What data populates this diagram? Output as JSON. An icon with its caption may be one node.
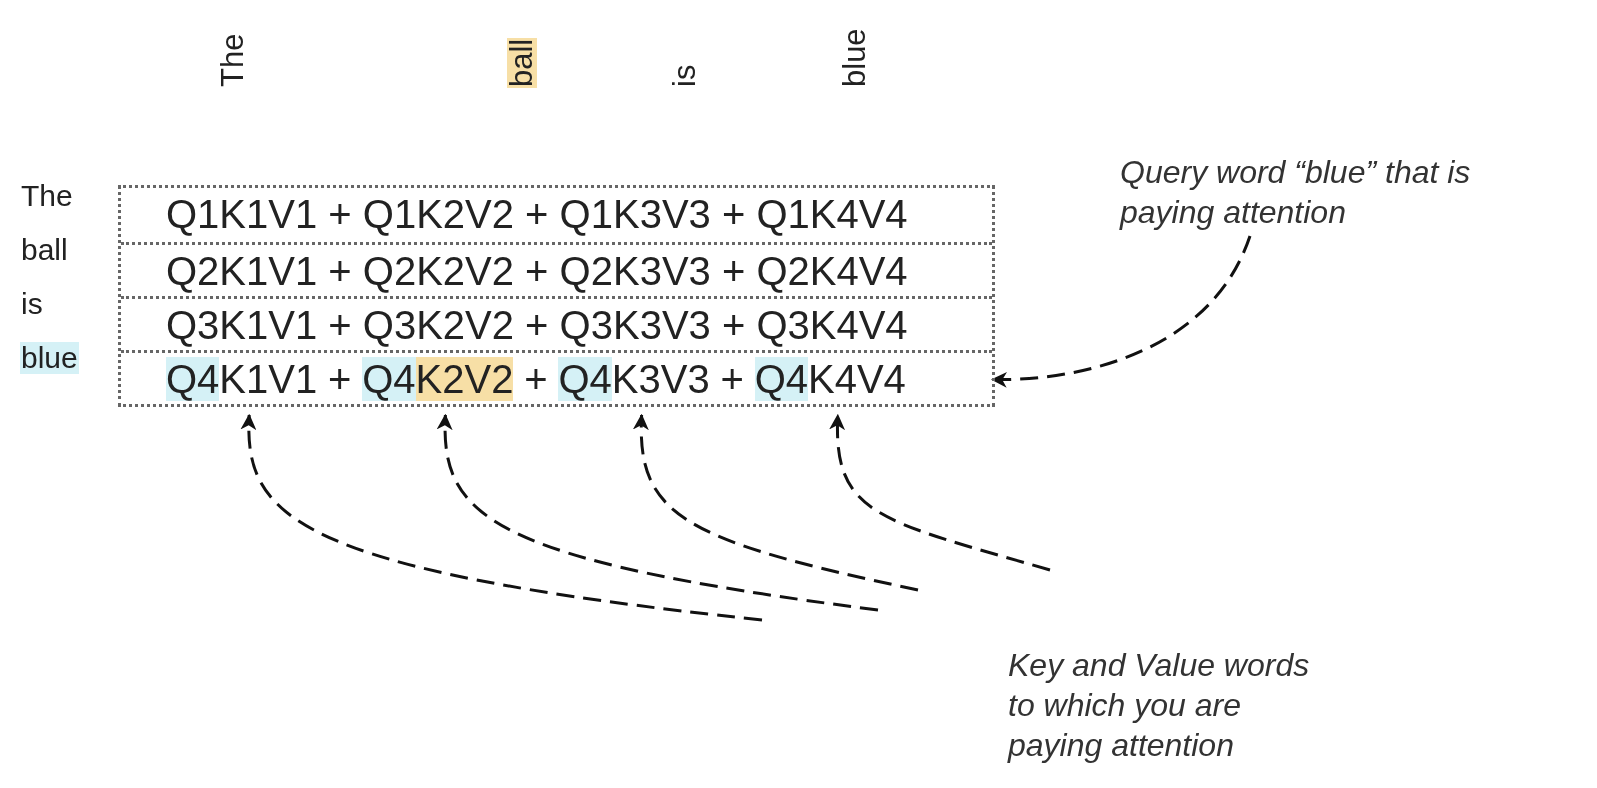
{
  "diagram": {
    "nodes": [
      {
        "text": [],
        "shape": "box"
      },
      {
        "text": [
          "Q1K1V1 + Q1K2V2 + Q1K3V3 + Q1K4V4"
        ],
        "in": 0
      },
      {
        "text": [
          "Q2K1V1 + Q2K2V2 + Q2K3V3 + Q2K4V4"
        ],
        "in": 0
      },
      {
        "text": [
          "Q3K1V1 + Q3K2V2 + Q3K3V3 + Q3K4V4"
        ],
        "in": 0
      },
      {
        "text": [],
        "shape": "box",
        "in": 0
      },
      {
        "text": [
          "Q4",
          "K1V1"
        ],
        "in": 4
      },
      {
        "text": [
          "Q4",
          "K2V2"
        ],
        "in": 4
      },
      {
        "text": [
          "Q4",
          "K3V3"
        ],
        "in": 4
      },
      {
        "text": [
          "Q4",
          "K4V4"
        ],
        "in": 4
      },
      {
        "text": [
          "Query word “blue” that is paying attention"
        ]
      },
      {
        "text": [
          "Key and Value words to which you are paying attention"
        ]
      }
    ],
    "edges": [
      {
        "from": 9,
        "to": 4,
        "arrow": "to",
        "style": "dashed"
      },
      {
        "from": null,
        "to": 5,
        "arrow": "to",
        "style": "dashed"
      },
      {
        "from": null,
        "to": 6,
        "arrow": "to",
        "style": "dashed"
      },
      {
        "from": null,
        "to": 7,
        "arrow": "to",
        "style": "dashed"
      },
      {
        "from": null,
        "to": 8,
        "arrow": "to",
        "style": "dashed"
      }
    ],
    "labels": [
      "The",
      "ball",
      "is",
      "blue",
      "The",
      "ball",
      "is",
      "blue",
      "+",
      "+",
      "+"
    ]
  }
}
